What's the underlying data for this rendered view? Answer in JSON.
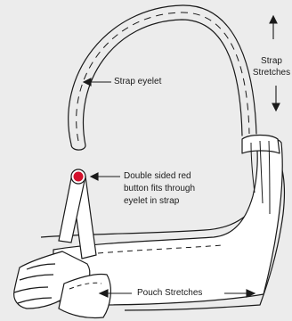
{
  "labels": {
    "strap_eyelet": "Strap eyelet",
    "red_button_line1": "Double sided red",
    "red_button_line2": "button fits through",
    "red_button_line3": "eyelet in strap",
    "strap_stretches_line1": "Strap",
    "strap_stretches_line2": "Stretches",
    "pouch_stretches": "Pouch Stretches"
  },
  "colors": {
    "background": "#ececec",
    "line": "#1a1a1a",
    "fill": "#ffffff",
    "button": "#d3102b"
  }
}
